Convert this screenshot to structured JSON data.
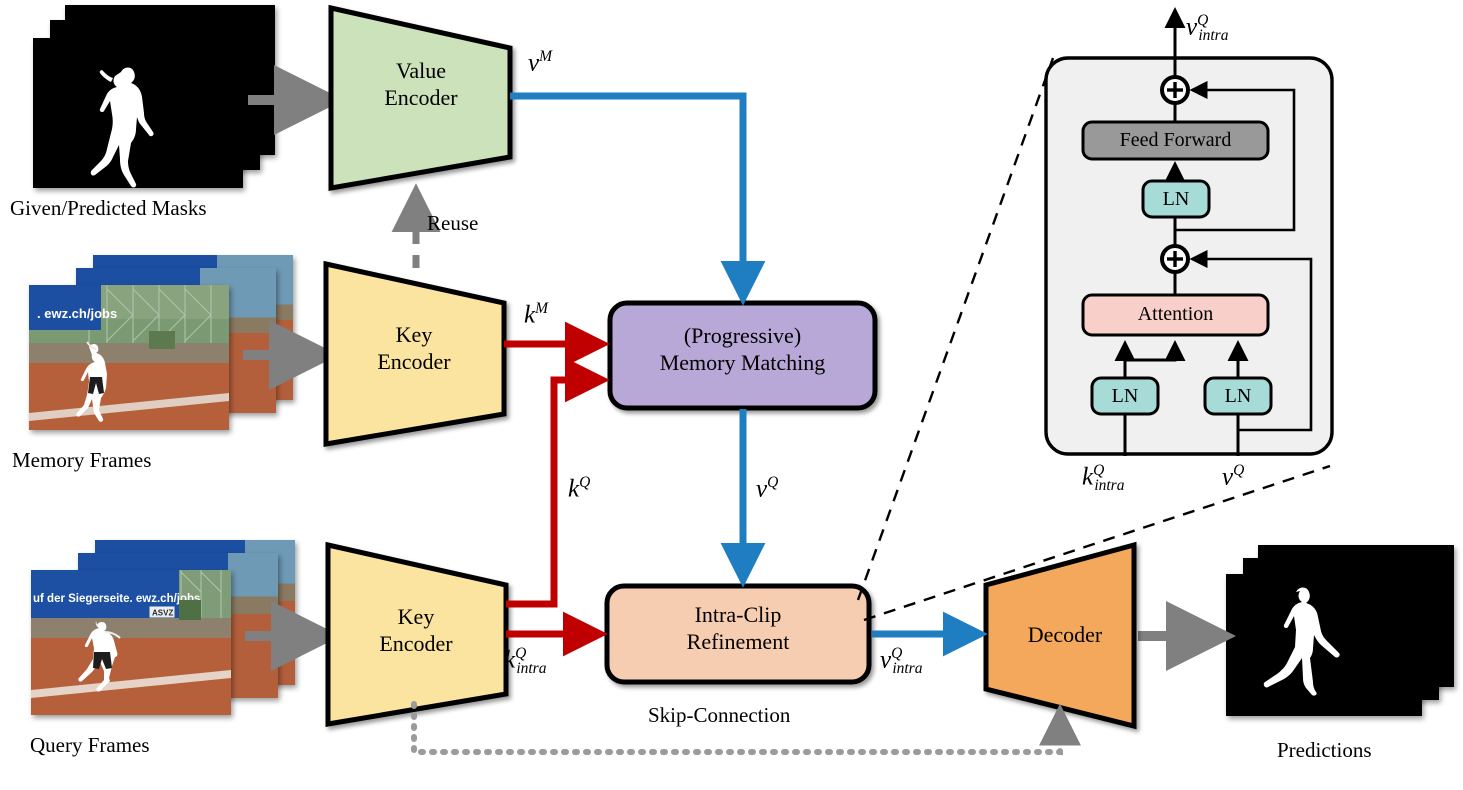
{
  "figure": {
    "title": "Video object segmentation network architecture",
    "colors": {
      "value_encoder": "#cbe2bb",
      "key_encoder": "#fbe3a0",
      "memory_matching": "#b8a8d8",
      "intra_clip": "#f6cdb0",
      "decoder": "#f3a85c",
      "attention": "#f8cfc9",
      "layer_norm": "#a6dbd8",
      "feed_forward": "#999999",
      "panel_bg": "#f0f0f0",
      "value_flow": "#1f7ec2",
      "key_flow": "#c00000",
      "io_arrow": "#808080",
      "outline": "#000000"
    }
  },
  "inputs": {
    "masks": {
      "caption": "Given/Predicted Masks",
      "count": 3
    },
    "memory_frames": {
      "caption": "Memory Frames",
      "count": 3,
      "banner_text": ". ewz.ch/jobs"
    },
    "query_frames": {
      "caption": "Query Frames",
      "count": 3,
      "banner_text": "uf der Siegerseite. ewz.ch/jobs",
      "logo_text": "ASVZ"
    }
  },
  "outputs": {
    "predictions": {
      "caption": "Predictions",
      "count": 3
    }
  },
  "blocks": {
    "value_encoder": {
      "line1": "Value",
      "line2": "Encoder"
    },
    "key_encoder_memory": {
      "line1": "Key",
      "line2": "Encoder"
    },
    "key_encoder_query": {
      "line1": "Key",
      "line2": "Encoder"
    },
    "memory_matching": {
      "line1": "(Progressive)",
      "line2": "Memory Matching"
    },
    "intra_clip": {
      "line1": "Intra-Clip",
      "line2": "Refinement"
    },
    "decoder": {
      "label": "Decoder"
    }
  },
  "edge_labels": {
    "reuse": "Reuse",
    "skip_connection": "Skip-Connection",
    "v_M": {
      "base": "v",
      "sup": "M"
    },
    "k_M": {
      "base": "k",
      "sup": "M"
    },
    "k_Q": {
      "base": "k",
      "sup": "Q"
    },
    "v_Q": {
      "base": "v",
      "sup": "Q"
    },
    "k_Q_intra": {
      "base": "k",
      "sup": "Q",
      "sub": "intra"
    },
    "v_Q_intra": {
      "base": "v",
      "sup": "Q",
      "sub": "intra"
    }
  },
  "detail_panel": {
    "output_label": {
      "base": "v",
      "sup": "Q",
      "sub": "intra"
    },
    "blocks": {
      "feed_forward": "Feed Forward",
      "ln_ff": "LN",
      "attention": "Attention",
      "ln_key": "LN",
      "ln_value": "LN"
    },
    "add_nodes": [
      "+",
      "+"
    ],
    "inputs": {
      "left": {
        "base": "k",
        "sup": "Q",
        "sub": "intra"
      },
      "right": {
        "base": "v",
        "sup": "Q"
      }
    }
  }
}
